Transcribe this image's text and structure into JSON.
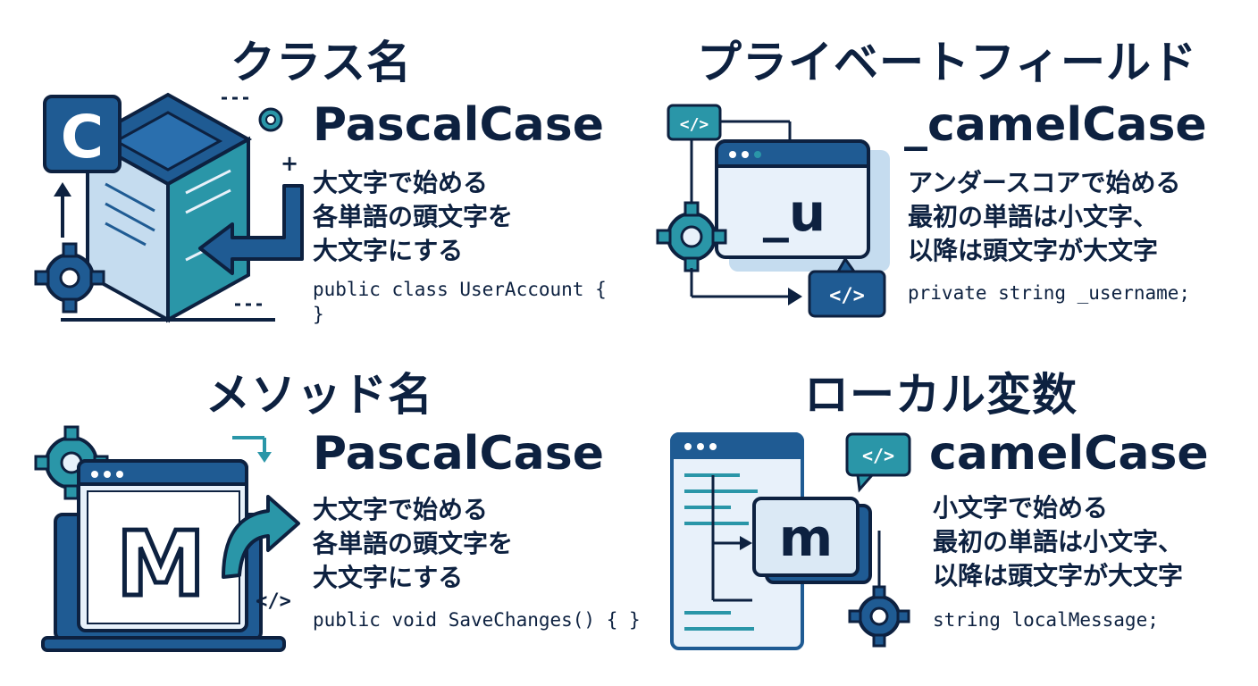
{
  "colors": {
    "navy": "#0d2140",
    "blue": "#1f5b93",
    "teal": "#2a96a8",
    "light": "#dbe9f5",
    "pale": "#e8f1fa"
  },
  "panels": [
    {
      "title": "クラス名",
      "case": "PascalCase",
      "desc": [
        "大文字で始める",
        "各単語の頭文字を",
        "大文字にする"
      ],
      "code": [
        "public class UserAccount {",
        "}"
      ],
      "icon_letter": "C",
      "icons": [
        "cube-icon",
        "gear-icon",
        "arrow-icon"
      ]
    },
    {
      "title": "プライベートフィールド",
      "case": "_camelCase",
      "desc": [
        "アンダースコアで始める",
        "最初の単語は小文字、",
        "以降は頭文字が大文字"
      ],
      "code": [
        "private string _username;"
      ],
      "icon_letter": "_u",
      "code_tag": "</>",
      "icons": [
        "window-icon",
        "gear-icon",
        "code-bubble-icon"
      ]
    },
    {
      "title": "メソッド名",
      "case": "PascalCase",
      "desc": [
        "大文字で始める",
        "各単語の頭文字を",
        "大文字にする"
      ],
      "code": [
        "public void SaveChanges() { }"
      ],
      "icon_letter": "M",
      "code_tag": "</>",
      "icons": [
        "laptop-icon",
        "gear-icon",
        "curved-arrow-icon"
      ]
    },
    {
      "title": "ローカル変数",
      "case": "camelCase",
      "desc": [
        "小文字で始める",
        "最初の単語は小文字、",
        "以降は頭文字が大文字"
      ],
      "code": [
        "string localMessage;"
      ],
      "icon_letter": "m",
      "code_tag": "</>",
      "icons": [
        "document-icon",
        "gear-icon",
        "code-bubble-icon"
      ]
    }
  ]
}
